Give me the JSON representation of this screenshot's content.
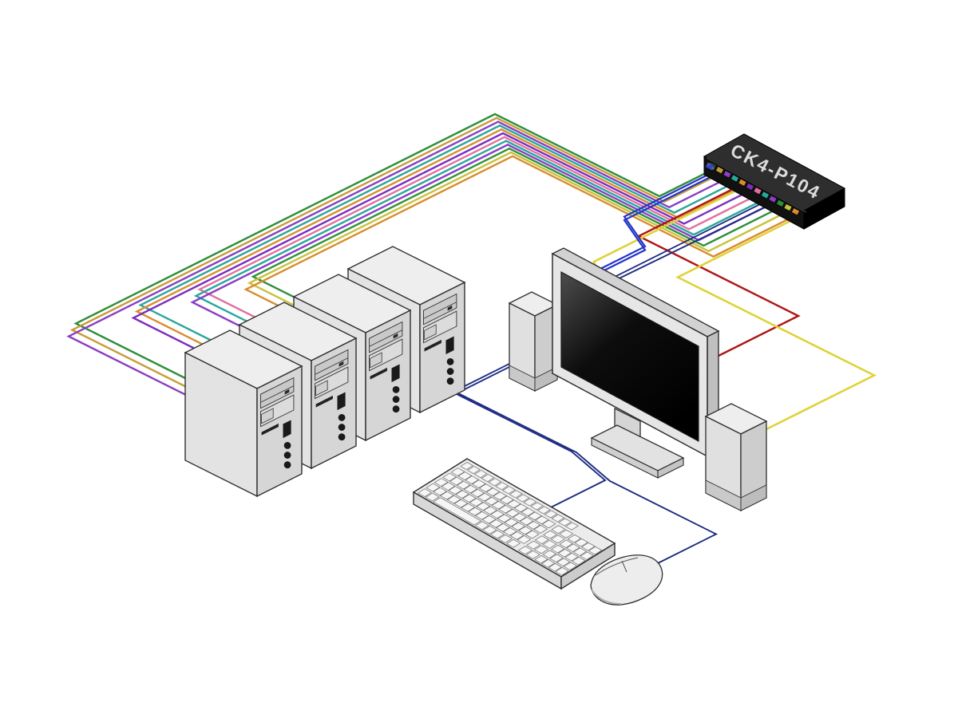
{
  "kvm": {
    "label": "CK4-P104",
    "body_color": "#111111",
    "side_color": "#000000",
    "top_color": "#2e2e2e",
    "label_color": "#dcdcdc",
    "port_colors": [
      "#2f8f3a",
      "#c79a37",
      "#8a3fc2",
      "#2aa79b",
      "#d98b2e",
      "#7b2fbe",
      "#e06fa0",
      "#2aa79b",
      "#8a3fc2",
      "#2f8f3a",
      "#c6c23a",
      "#d98b2e"
    ],
    "vga_port_color": "#3344cc"
  },
  "cables": {
    "bundle_colors": [
      "#2f8f3a",
      "#c79a37",
      "#8a3fc2",
      "#2aa79b",
      "#d98b2e",
      "#7b2fbe",
      "#e06fa0",
      "#2aa79b",
      "#8a3fc2",
      "#2f8f3a",
      "#c6c23a",
      "#d98b2e"
    ],
    "monitor_video_blue": "#2535c8",
    "keyboard_mouse_navy": "#1b2a80",
    "speaker_red": "#b01515",
    "speaker_yellow": "#e0d23c"
  },
  "devices": {
    "computer_count": 4,
    "speaker_count": 2,
    "monitor_count": 1,
    "keyboard_count": 1,
    "mouse_count": 1,
    "tower_face_color": "#d6d6d6",
    "tower_side_color": "#e3e3e3",
    "tower_top_color": "#eeeeee",
    "monitor_bezel_color": "#e6e6e6",
    "screen_color": "#050505",
    "keyboard_color": "#ececec",
    "key_color": "#f6f6f6",
    "speaker_color": "#e0e0e0",
    "outline_color": "#2f2f2f"
  }
}
